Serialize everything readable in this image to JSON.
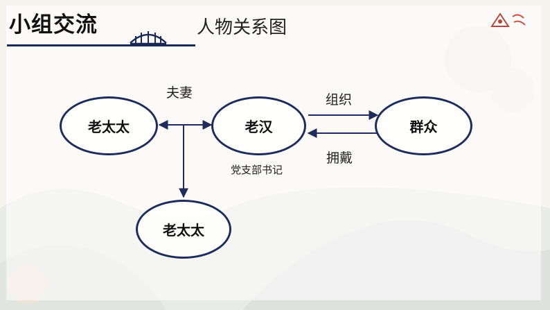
{
  "header": {
    "section_title": "小组交流",
    "diagram_title": "人物关系图"
  },
  "diagram": {
    "nodes": {
      "old_woman_top": "老太太",
      "old_man": "老汉",
      "masses": "群众",
      "old_woman_bottom": "老太太"
    },
    "edges": {
      "spouse": "夫妻",
      "organize": "组织",
      "support": "拥戴"
    },
    "annotations": {
      "old_man_role": "党支部书记"
    }
  },
  "colors": {
    "accent": "#1f2c5a",
    "title_underline": "#1a2a55"
  }
}
